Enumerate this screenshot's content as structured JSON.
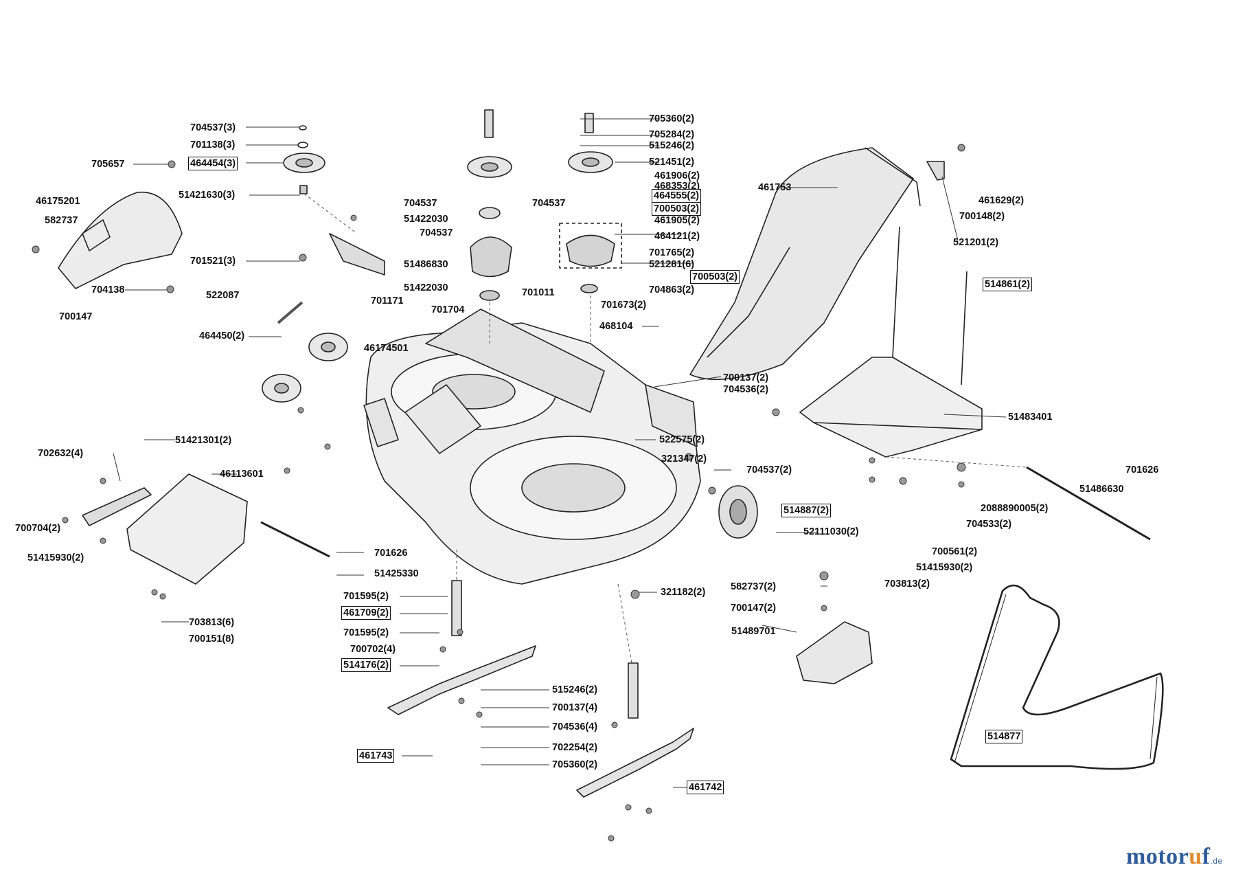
{
  "brand": {
    "part1": "motor",
    "part2": "u",
    "part3": "f",
    "tld": ".de"
  },
  "labels": [
    {
      "text": "704537(3)",
      "boxed": false
    },
    {
      "text": "701138(3)",
      "boxed": false
    },
    {
      "text": "705657",
      "boxed": false
    },
    {
      "text": "464454(3)",
      "boxed": true
    },
    {
      "text": "51421630(3)",
      "boxed": false
    },
    {
      "text": "46175201",
      "boxed": false
    },
    {
      "text": "582737",
      "boxed": false
    },
    {
      "text": "701521(3)",
      "boxed": false
    },
    {
      "text": "704138",
      "boxed": false
    },
    {
      "text": "700147",
      "boxed": false
    },
    {
      "text": "522087",
      "boxed": false
    },
    {
      "text": "464450(2)",
      "boxed": false
    },
    {
      "text": "704537",
      "boxed": false
    },
    {
      "text": "51422030",
      "boxed": false
    },
    {
      "text": "704537",
      "boxed": false
    },
    {
      "text": "51486830",
      "boxed": false
    },
    {
      "text": "51422030",
      "boxed": false
    },
    {
      "text": "701171",
      "boxed": false
    },
    {
      "text": "701704",
      "boxed": false
    },
    {
      "text": "704537",
      "boxed": false
    },
    {
      "text": "701011",
      "boxed": false
    },
    {
      "text": "46174501",
      "boxed": false
    },
    {
      "text": "705360(2)",
      "boxed": false
    },
    {
      "text": "705284(2)",
      "boxed": false
    },
    {
      "text": "515246(2)",
      "boxed": false
    },
    {
      "text": "521451(2)",
      "boxed": false
    },
    {
      "text": "461906(2)",
      "boxed": false
    },
    {
      "text": "468353(2)",
      "boxed": false
    },
    {
      "text": "464555(2)",
      "boxed": true
    },
    {
      "text": "700503(2)",
      "boxed": true
    },
    {
      "text": "461905(2)",
      "boxed": false
    },
    {
      "text": "464121(2)",
      "boxed": false
    },
    {
      "text": "701765(2)",
      "boxed": false
    },
    {
      "text": "521281(6)",
      "boxed": false
    },
    {
      "text": "700503(2)",
      "boxed": true
    },
    {
      "text": "704863(2)",
      "boxed": false
    },
    {
      "text": "701673(2)",
      "boxed": false
    },
    {
      "text": "468104",
      "boxed": false
    },
    {
      "text": "461753",
      "boxed": false
    },
    {
      "text": "461629(2)",
      "boxed": false
    },
    {
      "text": "700148(2)",
      "boxed": false
    },
    {
      "text": "521201(2)",
      "boxed": false
    },
    {
      "text": "514861(2)",
      "boxed": true
    },
    {
      "text": "700137(2)",
      "boxed": false
    },
    {
      "text": "704536(2)",
      "boxed": false
    },
    {
      "text": "51483401",
      "boxed": false
    },
    {
      "text": "522575(2)",
      "boxed": false
    },
    {
      "text": "321347(2)",
      "boxed": false
    },
    {
      "text": "704537(2)",
      "boxed": false
    },
    {
      "text": "514887(2)",
      "boxed": true
    },
    {
      "text": "52111030(2)",
      "boxed": false
    },
    {
      "text": "701626",
      "boxed": false
    },
    {
      "text": "51486630",
      "boxed": false
    },
    {
      "text": "2088890005(2)",
      "boxed": false
    },
    {
      "text": "704533(2)",
      "boxed": false
    },
    {
      "text": "700561(2)",
      "boxed": false
    },
    {
      "text": "51415930(2)",
      "boxed": false
    },
    {
      "text": "703813(2)",
      "boxed": false
    },
    {
      "text": "51421301(2)",
      "boxed": false
    },
    {
      "text": "702632(4)",
      "boxed": false
    },
    {
      "text": "46113601",
      "boxed": false
    },
    {
      "text": "700704(2)",
      "boxed": false
    },
    {
      "text": "51415930(2)",
      "boxed": false
    },
    {
      "text": "703813(6)",
      "boxed": false
    },
    {
      "text": "700151(8)",
      "boxed": false
    },
    {
      "text": "701626",
      "boxed": false
    },
    {
      "text": "51425330",
      "boxed": false
    },
    {
      "text": "701595(2)",
      "boxed": false
    },
    {
      "text": "461709(2)",
      "boxed": true
    },
    {
      "text": "701595(2)",
      "boxed": false
    },
    {
      "text": "700702(4)",
      "boxed": false
    },
    {
      "text": "514176(2)",
      "boxed": true
    },
    {
      "text": "321182(2)",
      "boxed": false
    },
    {
      "text": "582737(2)",
      "boxed": false
    },
    {
      "text": "700147(2)",
      "boxed": false
    },
    {
      "text": "51489701",
      "boxed": false
    },
    {
      "text": "515246(2)",
      "boxed": false
    },
    {
      "text": "700137(4)",
      "boxed": false
    },
    {
      "text": "704536(4)",
      "boxed": false
    },
    {
      "text": "702254(2)",
      "boxed": false
    },
    {
      "text": "705360(2)",
      "boxed": false
    },
    {
      "text": "461743",
      "boxed": true
    },
    {
      "text": "461742",
      "boxed": true
    },
    {
      "text": "514877",
      "boxed": true
    }
  ]
}
